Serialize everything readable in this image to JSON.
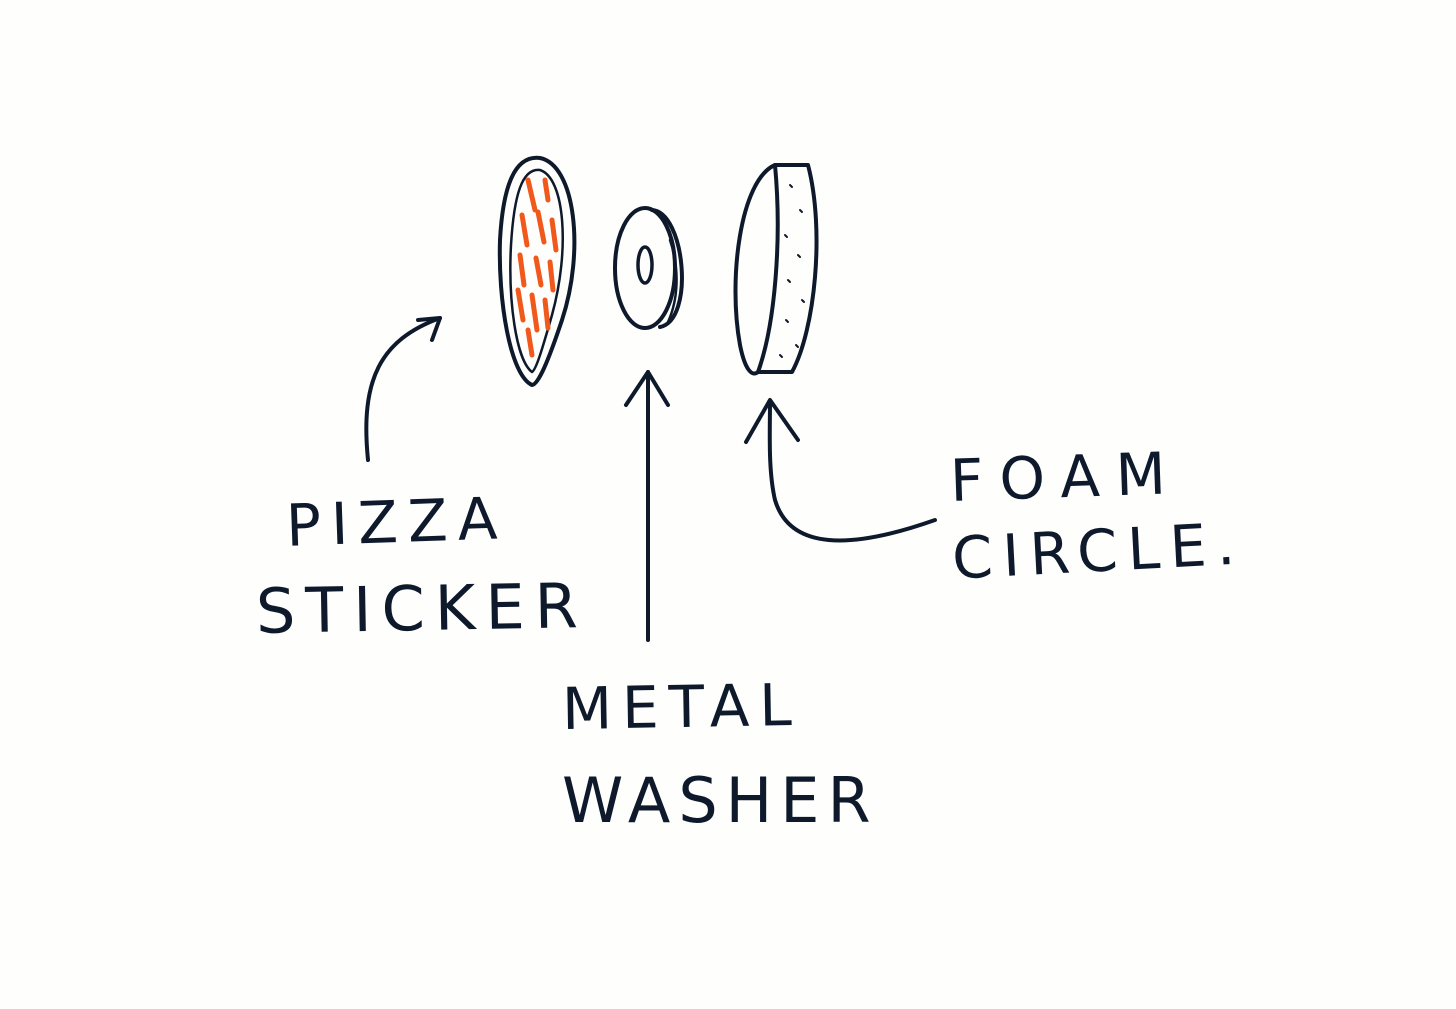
{
  "labels": {
    "pizza_line1": "PIZZA",
    "pizza_line2": "STICKER",
    "metal_line1": "METAL",
    "metal_line2": "WASHER",
    "foam_line1": "FOAM",
    "foam_line2": "CIRCLE."
  },
  "colors": {
    "ink": "#0e1a2c",
    "pizza_dots": "#f0581c",
    "paper": "#fefefc"
  },
  "icons": {
    "pizza_sticker": "pizza-sticker-icon",
    "metal_washer": "metal-washer-icon",
    "foam_circle": "foam-circle-icon"
  }
}
